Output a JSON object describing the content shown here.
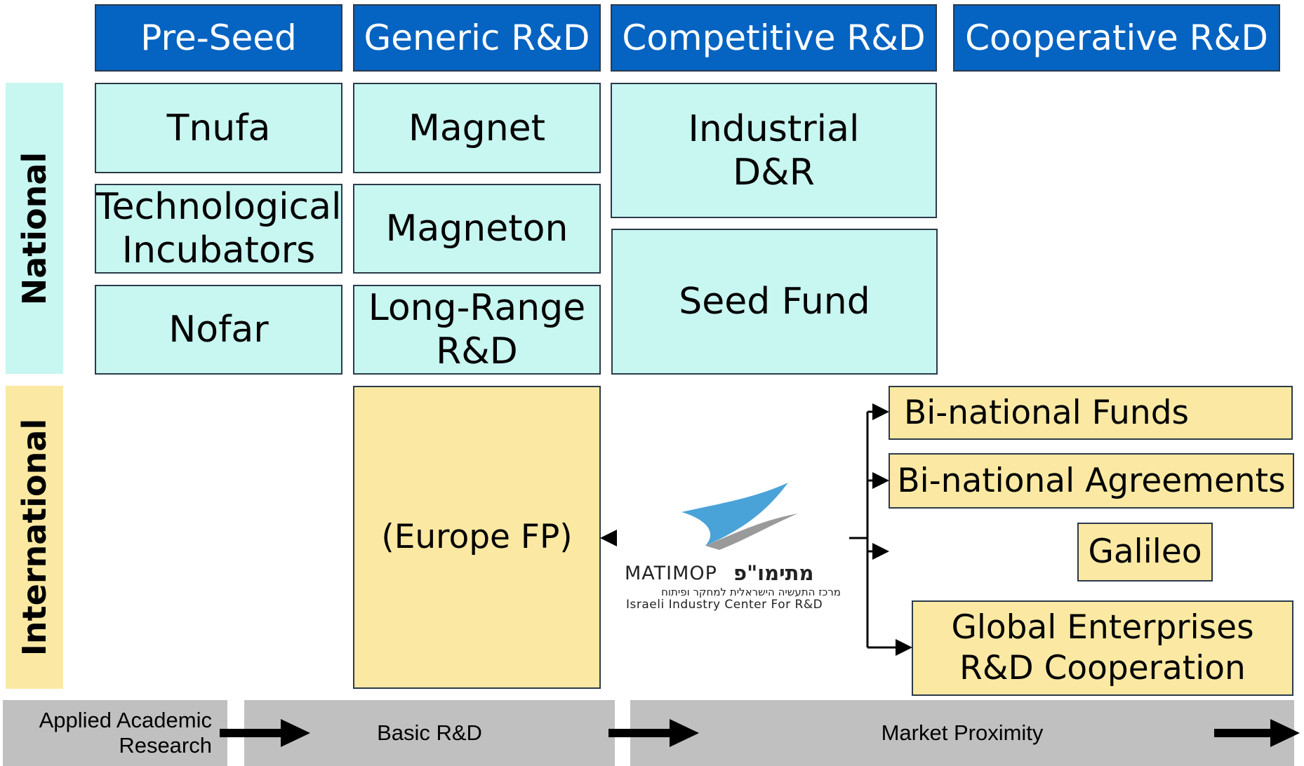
{
  "headers": {
    "pre_seed": "Pre-Seed",
    "generic_rd": "Generic R&D",
    "competitive_rd": "Competitive R&D",
    "cooperative_rd": "Cooperative R&D"
  },
  "side_labels": {
    "national": "National",
    "international": "International"
  },
  "national": {
    "tnufa": "Tnufa",
    "tech_incubators_line1": "Technological",
    "tech_incubators_line2": "Incubators",
    "nofar": "Nofar",
    "magnet": "Magnet",
    "magneton": "Magneton",
    "long_range_line1": "Long-Range",
    "long_range_line2": "R&D",
    "industrial_line1": "Industrial",
    "industrial_line2": "D&R",
    "seed_fund": "Seed Fund"
  },
  "international": {
    "europe_fp": "(Europe FP)",
    "binational_funds": "Bi-national Funds",
    "binational_agreements": "Bi-national Agreements",
    "galileo": "Galileo",
    "global_line1": "Global Enterprises",
    "global_line2": "R&D Cooperation"
  },
  "logo": {
    "name_latin": "MATIMOP",
    "name_hebrew": "מתימו\"פ",
    "subtitle_hebrew": "מרכז התעשיה הישראלית למחקר ופיתוח",
    "subtitle_english": "Israeli Industry Center For R&D"
  },
  "stages": {
    "applied_line1": "Applied Academic",
    "applied_line2": "Research",
    "basic_rd": "Basic R&D",
    "market_proximity": "Market Proximity"
  },
  "colors": {
    "header_blue": "#0563c1",
    "national_cyan": "#c8f6f1",
    "international_yellow": "#fbe9a3",
    "stage_gray": "#c0c0c0",
    "logo_blue": "#4aa3d8"
  }
}
